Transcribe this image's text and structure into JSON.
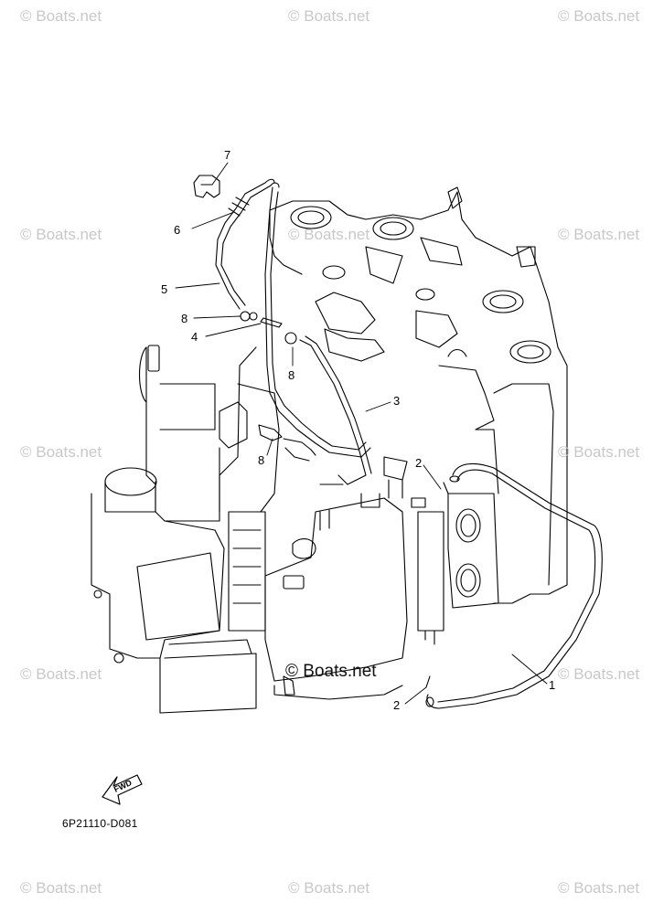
{
  "watermark": "Boats.net",
  "center_watermark": "Boats.net",
  "copyright_symbol": "©",
  "diagram_code": "6P21110-D081",
  "fwd_label": "FWD",
  "callouts": [
    {
      "id": "7",
      "label": "7"
    },
    {
      "id": "6",
      "label": "6"
    },
    {
      "id": "5",
      "label": "5"
    },
    {
      "id": "8a",
      "label": "8"
    },
    {
      "id": "4",
      "label": "4"
    },
    {
      "id": "8b",
      "label": "8"
    },
    {
      "id": "3",
      "label": "3"
    },
    {
      "id": "8c",
      "label": "8"
    },
    {
      "id": "2a",
      "label": "2"
    },
    {
      "id": "1",
      "label": "1"
    },
    {
      "id": "2b",
      "label": "2"
    }
  ]
}
